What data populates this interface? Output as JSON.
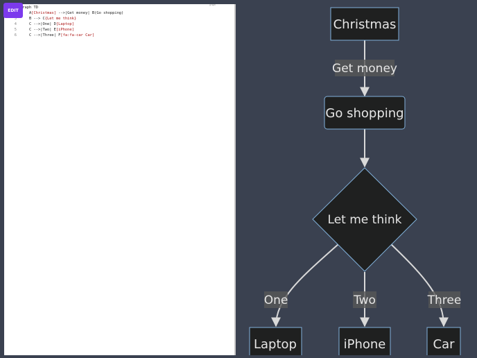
{
  "editor": {
    "edit_label": "EDIT",
    "minimap_label": "graph",
    "lines": [
      {
        "num": "",
        "code": "graph TD"
      },
      {
        "num": "",
        "code": "    A[Christmas] -->|Get money| B(Go shopping)"
      },
      {
        "num": "3",
        "code": "    B --> C{Let me think}"
      },
      {
        "num": "4",
        "code": "    C -->|One| D[Laptop]"
      },
      {
        "num": "5",
        "code": "    C -->|Two| E[iPhone]"
      },
      {
        "num": "6",
        "code": "    C -->|Three| F[fa:fa-car Car]"
      }
    ]
  },
  "diagram": {
    "nodes": {
      "christmas": "Christmas",
      "go_shopping": "Go shopping",
      "let_me_think": "Let me think",
      "laptop": "Laptop",
      "iphone": "iPhone",
      "car": "Car"
    },
    "edge_labels": {
      "get_money": "Get money",
      "one": "One",
      "two": "Two",
      "three": "Three"
    },
    "colors": {
      "background": "#3a4150",
      "node_fill": "#1f2020",
      "node_stroke": "#81b1db",
      "edge": "#d9d9d9",
      "label_bg": "#585858",
      "text": "#e6e6e6"
    }
  }
}
